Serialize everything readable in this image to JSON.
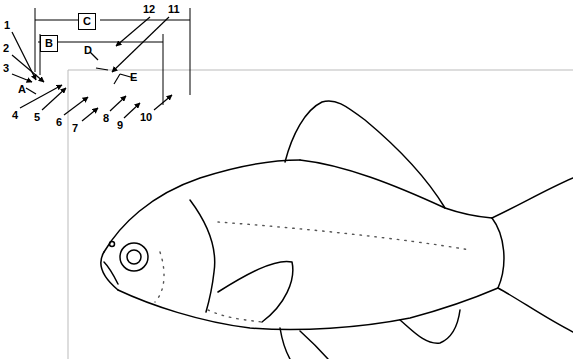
{
  "diagram": {
    "nodes": [
      {
        "text": [
          "C"
        ]
      },
      {
        "text": [
          "B"
        ]
      }
    ],
    "labels": [
      "1",
      "2",
      "3",
      "A",
      "D",
      "E",
      "4",
      "5",
      "6",
      "7",
      "8",
      "9",
      "10",
      "11",
      "12"
    ]
  }
}
